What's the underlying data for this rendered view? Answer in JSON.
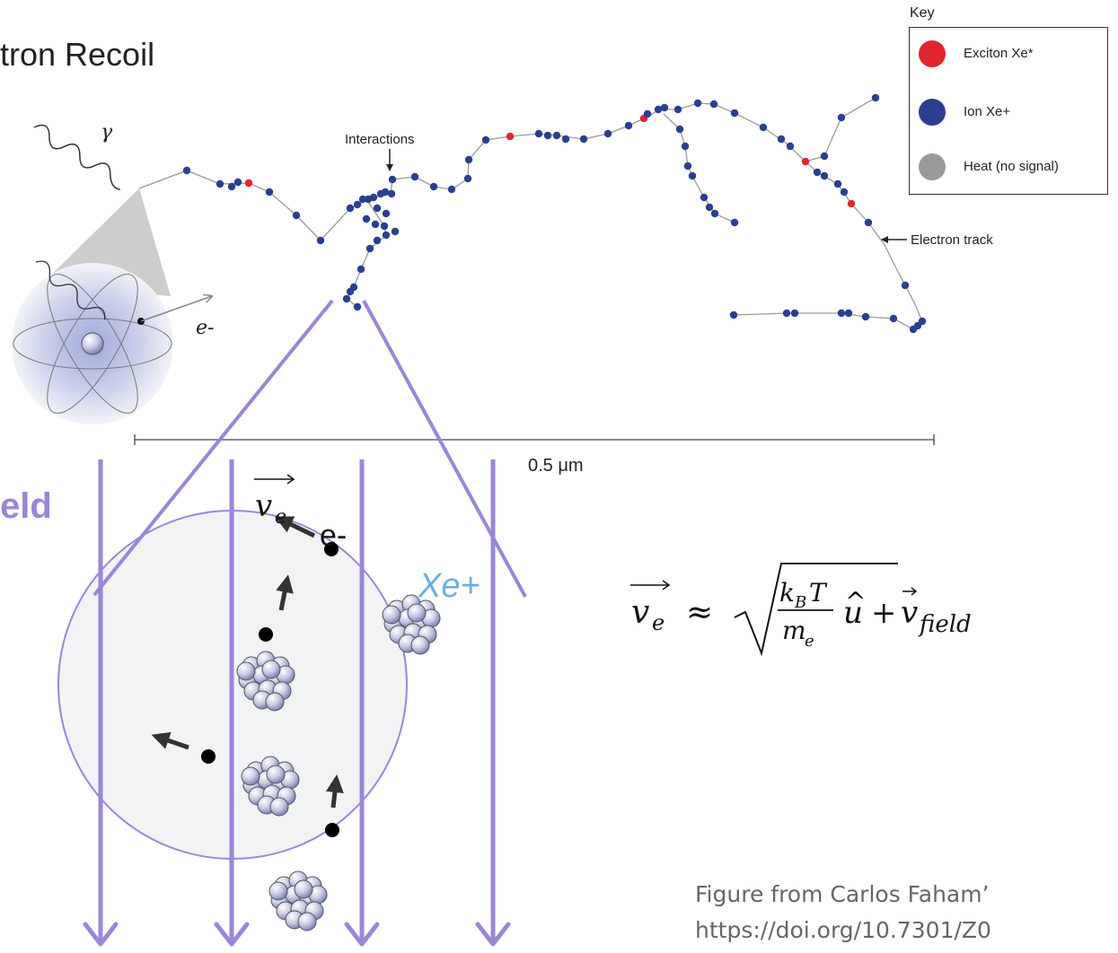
{
  "title": "tron Recoil",
  "field_label": "eld",
  "key": {
    "title": "Key",
    "items": [
      {
        "label": "Exciton Xe*",
        "color": "#e0262e"
      },
      {
        "label": "Ion Xe+",
        "color": "#2a3f8f"
      },
      {
        "label": "Heat (no signal)",
        "color": "#9a9a9a"
      }
    ]
  },
  "annotations": {
    "interactions": "Interactions",
    "electron_track": "Electron track",
    "gamma": "γ",
    "electron_small": "e-",
    "scale": "0.5 μm"
  },
  "inset": {
    "ion_label": "Xe+",
    "electron_label": "e-",
    "velocity_label": "v_e"
  },
  "equation": "v_e ≈ √(k_B T / m_e) û + v_field",
  "credit": {
    "line1": "Figure from Carlos Faham’",
    "line2": "https://doi.org/10.7301/Z0"
  },
  "colors": {
    "field_arrow": "#9b86d6",
    "track": "#9a9a9a",
    "ion": "#2a3f8f",
    "exciton": "#e0262e"
  }
}
